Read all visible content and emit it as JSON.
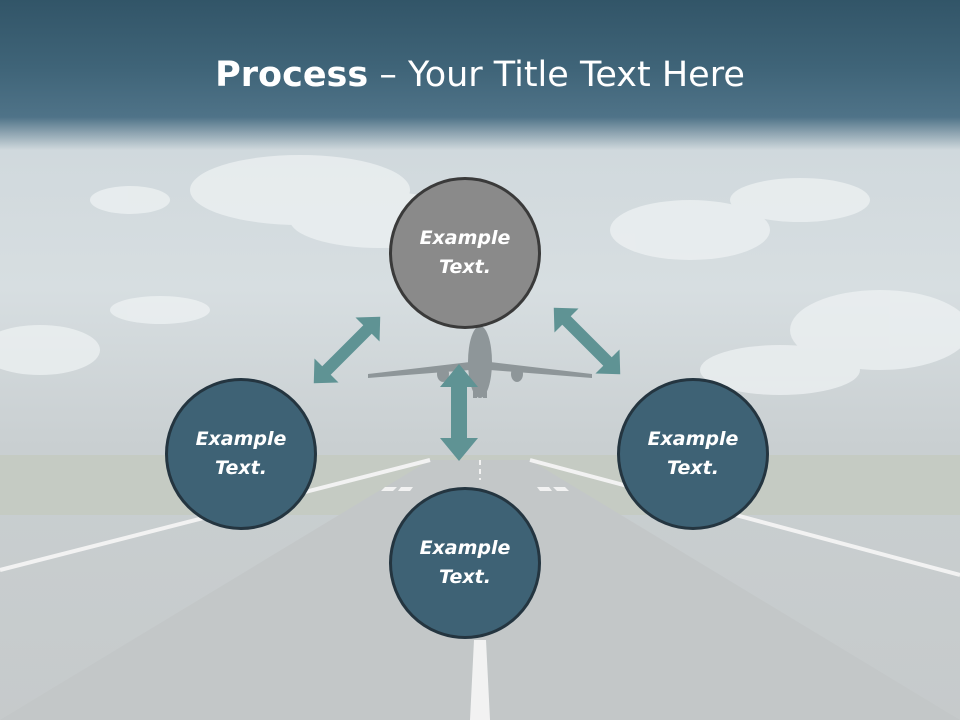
{
  "title": {
    "bold": "Process",
    "rest": " – Your Title Text Here"
  },
  "nodes": {
    "top": "Example Text.",
    "left": "Example Text.",
    "right": "Example Text.",
    "bottom": "Example Text."
  },
  "colors": {
    "node_dark": "#3e6275",
    "node_top": "#8a8a8a",
    "arrow": "#5f9394",
    "title_band": "#3f6478"
  }
}
